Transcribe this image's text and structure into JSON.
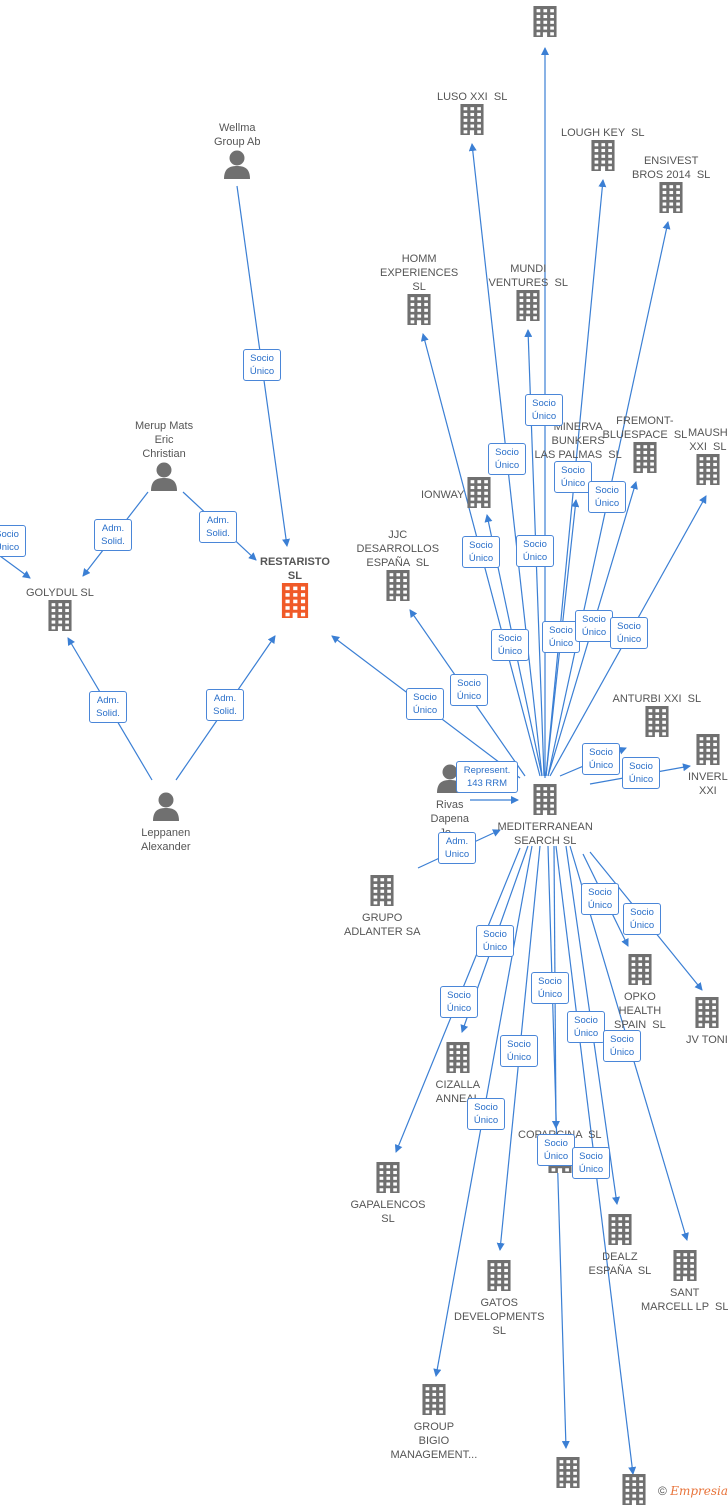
{
  "nodes": [
    {
      "id": "top",
      "label": "",
      "kind": "company"
    },
    {
      "id": "luso",
      "label": "LUSO XXI  SL",
      "kind": "company"
    },
    {
      "id": "lough",
      "label": "LOUGH KEY  SL",
      "kind": "company"
    },
    {
      "id": "ensivest",
      "label": "ENSIVEST\nBROS 2014  SL",
      "kind": "company"
    },
    {
      "id": "wellma",
      "label": "Wellma\nGroup Ab",
      "kind": "person"
    },
    {
      "id": "homm",
      "label": "HOMM\nEXPERIENCES\nSL",
      "kind": "company"
    },
    {
      "id": "mundi",
      "label": "MUNDI\nVENTURES  SL",
      "kind": "company"
    },
    {
      "id": "minerva",
      "label": "MINERVA\nBUNKERS\nLAS PALMAS  SL",
      "kind": "company"
    },
    {
      "id": "fremont",
      "label": "FREMONT-\nBLUESPACE  SL",
      "kind": "company"
    },
    {
      "id": "maush",
      "label": "MAUSH\nXXI  SL",
      "kind": "company"
    },
    {
      "id": "merup",
      "label": "Merup Mats\nEric\nChristian",
      "kind": "person"
    },
    {
      "id": "ionway",
      "label": "IONWAY",
      "kind": "company"
    },
    {
      "id": "jjc",
      "label": "JJC\nDESARROLLOS\nESPAÑA  SL",
      "kind": "company"
    },
    {
      "id": "restaristo",
      "label": "RESTARISTO\nSL",
      "kind": "main"
    },
    {
      "id": "golydul",
      "label": "GOLYDUL SL",
      "kind": "company"
    },
    {
      "id": "anturbi",
      "label": "ANTURBI XXI  SL",
      "kind": "company"
    },
    {
      "id": "inverl",
      "label": "INVERL\nXXI",
      "kind": "company"
    },
    {
      "id": "leppanen",
      "label": "Leppanen\nAlexander",
      "kind": "person"
    },
    {
      "id": "rivas",
      "label": "Rivas\nDapena\nJo...",
      "kind": "person"
    },
    {
      "id": "mediterranean",
      "label": "MEDITERRANEAN\nSEARCH SL",
      "kind": "company"
    },
    {
      "id": "grupo_adlanter",
      "label": "GRUPO\nADLANTER SA",
      "kind": "company"
    },
    {
      "id": "opko",
      "label": "OPKO\nHEALTH\nSPAIN  SL",
      "kind": "company"
    },
    {
      "id": "jvtoni",
      "label": "JV TONI",
      "kind": "company"
    },
    {
      "id": "cizalla",
      "label": "CIZALLA\nANNEAL",
      "kind": "company"
    },
    {
      "id": "gapalencos",
      "label": "GAPALENCOS\nSL",
      "kind": "company"
    },
    {
      "id": "coparcina",
      "label": "COPARCINA  SL",
      "kind": "company"
    },
    {
      "id": "dealz",
      "label": "DEALZ\nESPAÑA  SL",
      "kind": "company"
    },
    {
      "id": "sant",
      "label": "SANT\nMARCELL LP  SL",
      "kind": "company"
    },
    {
      "id": "gatos",
      "label": "GATOS\nDEVELOPMENTS\nSL",
      "kind": "company"
    },
    {
      "id": "bigio",
      "label": "GROUP\nBIGIO\nMANAGEMENT...",
      "kind": "company"
    },
    {
      "id": "bottom1",
      "label": "",
      "kind": "company"
    },
    {
      "id": "bottom2",
      "label": "",
      "kind": "company"
    }
  ],
  "edges": [
    {
      "from": "wellma",
      "to": "restaristo",
      "label": "Socio\nÚnico"
    },
    {
      "from": "merup",
      "to": "golydul",
      "label": "Adm.\nSolid."
    },
    {
      "from": "merup",
      "to": "restaristo",
      "label": "Adm.\nSolid."
    },
    {
      "from": "leppanen",
      "to": "golydul",
      "label": "Adm.\nSolid."
    },
    {
      "from": "leppanen",
      "to": "restaristo",
      "label": "Adm.\nSolid."
    },
    {
      "from": "offscreen",
      "to": "golydul",
      "label": "Socio\nÚnico"
    },
    {
      "from": "mediterranean",
      "to": "restaristo",
      "label": "Socio\nÚnico"
    },
    {
      "from": "mediterranean",
      "to": "jjc",
      "label": "Socio\nÚnico"
    },
    {
      "from": "mediterranean",
      "to": "top",
      "label": "Socio\nÚnico"
    },
    {
      "from": "mediterranean",
      "to": "luso",
      "label": "Socio\nÚnico"
    },
    {
      "from": "mediterranean",
      "to": "lough",
      "label": "Socio\nÚnico"
    },
    {
      "from": "mediterranean",
      "to": "ensivest",
      "label": "Socio\nÚnico"
    },
    {
      "from": "mediterranean",
      "to": "homm",
      "label": "Socio\nÚnico"
    },
    {
      "from": "mediterranean",
      "to": "mundi",
      "label": "Socio\nÚnico"
    },
    {
      "from": "mediterranean",
      "to": "minerva",
      "label": "Socio\nÚnico"
    },
    {
      "from": "mediterranean",
      "to": "fremont",
      "label": "Socio\nÚnico"
    },
    {
      "from": "mediterranean",
      "to": "maush",
      "label": "Socio\nÚnico"
    },
    {
      "from": "mediterranean",
      "to": "ionway",
      "label": "Socio\nÚnico"
    },
    {
      "from": "mediterranean",
      "to": "anturbi",
      "label": "Socio\nÚnico"
    },
    {
      "from": "mediterranean",
      "to": "inverl",
      "label": "Socio\nÚnico"
    },
    {
      "from": "rivas",
      "to": "mediterranean",
      "label": "Represent.\n143 RRM"
    },
    {
      "from": "grupo_adlanter",
      "to": "mediterranean",
      "label": "Adm.\nUnico"
    },
    {
      "from": "mediterranean",
      "to": "opko",
      "label": "Socio\nÚnico"
    },
    {
      "from": "mediterranean",
      "to": "jvtoni",
      "label": "Socio\nÚnico"
    },
    {
      "from": "mediterranean",
      "to": "cizalla",
      "label": "Socio\nÚnico"
    },
    {
      "from": "mediterranean",
      "to": "gapalencos",
      "label": "Socio\nÚnico"
    },
    {
      "from": "mediterranean",
      "to": "coparcina",
      "label": "Socio\nÚnico"
    },
    {
      "from": "mediterranean",
      "to": "dealz",
      "label": "Socio\nÚnico"
    },
    {
      "from": "mediterranean",
      "to": "sant",
      "label": "Socio\nÚnico"
    },
    {
      "from": "mediterranean",
      "to": "gatos",
      "label": "Socio\nÚnico"
    },
    {
      "from": "mediterranean",
      "to": "bigio",
      "label": "Socio\nÚnico"
    },
    {
      "from": "mediterranean",
      "to": "bottom1",
      "label": "Socio\nÚnico"
    },
    {
      "from": "mediterranean",
      "to": "bottom2",
      "label": "Socio\nÚnico"
    }
  ],
  "colors": {
    "edge": "#3b7fd4",
    "company": "#707070",
    "main": "#f05a28",
    "person": "#707070"
  },
  "copyright": {
    "symbol": "©",
    "brand": "Empresia"
  }
}
